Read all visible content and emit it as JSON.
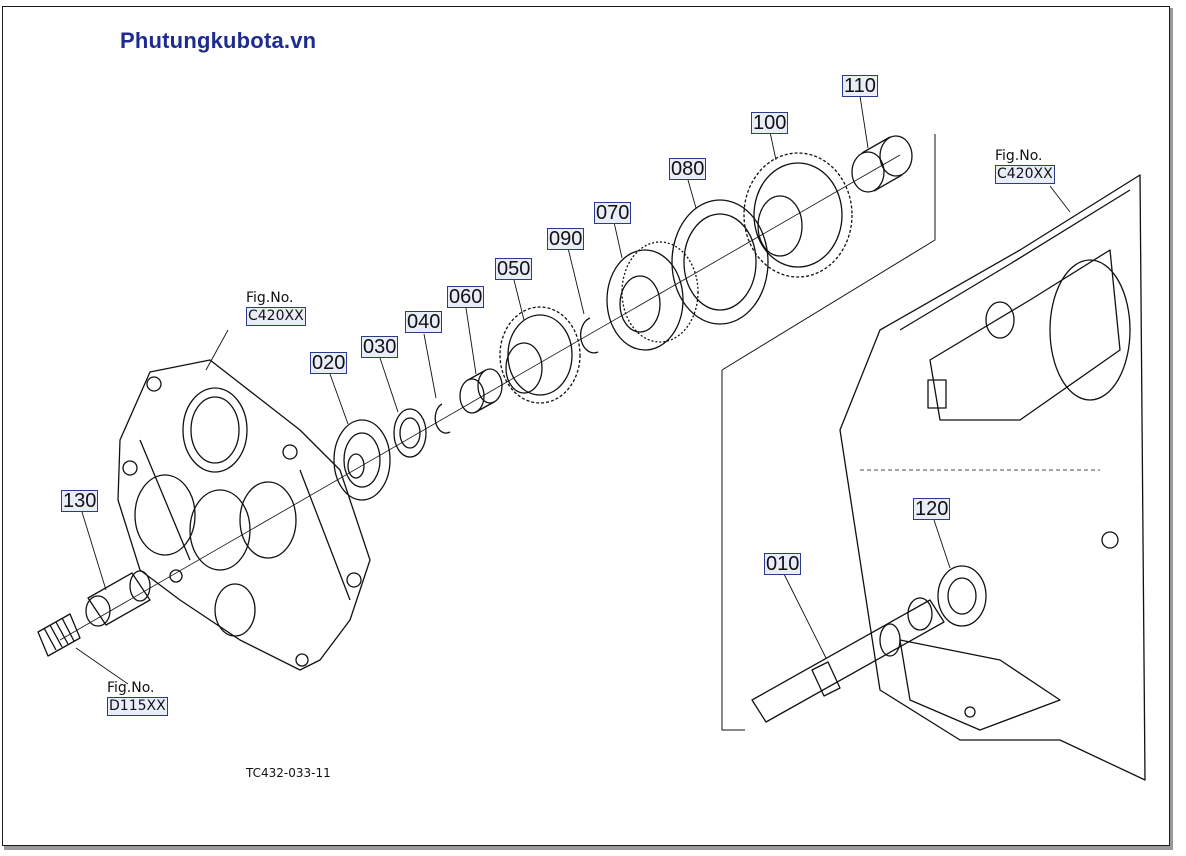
{
  "brand": {
    "text": "Phutungkubota.vn",
    "color": "#1f2c8f"
  },
  "drawing_code": "TC432-033-11",
  "part_numbers": {
    "p010": "010",
    "p020": "020",
    "p030": "030",
    "p040": "040",
    "p050": "050",
    "p060": "060",
    "p070": "070",
    "p080": "080",
    "p090": "090",
    "p100": "100",
    "p110": "110",
    "p120": "120",
    "p130": "130"
  },
  "figure_refs": {
    "left": {
      "label": "Fig.No.",
      "ref": "C420XX"
    },
    "right": {
      "label": "Fig.No.",
      "ref": "C420XX"
    },
    "shaft": {
      "label": "Fig.No.",
      "ref": "D115XX"
    }
  },
  "colors": {
    "label_box_border": "#2a3b8c",
    "label_box_fill": "#e9edf8",
    "line": "#111111"
  }
}
